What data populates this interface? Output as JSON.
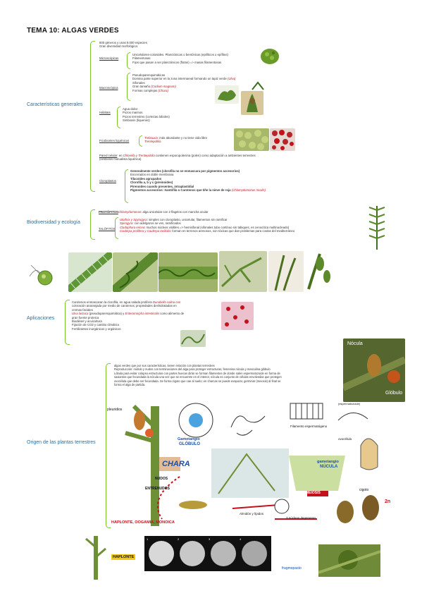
{
  "title": "TEMA 10: ALGAS VERDES",
  "sections": {
    "caracteristicas": "Características generales",
    "biodiversidad": "Biodiversidad y ecología",
    "aplicaciones": "Aplicaciones",
    "origen": "Origen de las plantas terrestres"
  },
  "caract": {
    "intro": [
      "500 géneros y unas 8.000 especies",
      "Gran diversidad morfológica:"
    ],
    "microscopicas_label": "Microscópicas",
    "microscopicas": [
      "Unicelulares-coloniales. Planctónicas o bentónicas (epilíticos o epífitos)",
      "Filamentosas",
      "Fijos que pasan a ser planctónicos (flotan) => masas filamentosas"
    ],
    "macroscopicas_label": "Macroscópica",
    "macroscopicas": [
      "Pseudoparenquimáticas",
      "Domina parte superior en la zona intermareal formando un tapiz verde",
      "Sifonales",
      "Gran tamaño",
      "Formas complejas"
    ],
    "ulva": "(Ulva)",
    "codium": "(Codium magnum)",
    "chara_paren": "(Chara)",
    "habitats_label": "Hábitats",
    "habitats": [
      "Agua dulce",
      "Pozos marinos",
      "Pozos terrestres (cortezas árboles)",
      "Simbiosis (líquenes)"
    ],
    "ficobiontes_label": "Ficobiontes liquénicos",
    "trebouxia": "Trebouxia",
    "trebouxia_desc": ": más abundante y no tiene vida libre",
    "trentepohlia": "Trentepohlia",
    "pared_label": "Pared celular",
    "pared_text": ": en",
    "pared_genera": "Chlorella y Trentepohlia",
    "pared_rest": "contienen esporopolenina (polen) como adaptación a ambientes terrestres",
    "pared_line2": "(simbiosis mutualista liquénica)",
    "cloroplastos_label": "Cloroplastos",
    "cloroplastos": [
      "Generalmente verdes (clorofila no se enmascara por pigmentos accesorios)",
      "Encerrados en doble membrana",
      "Tilacoides agrupados",
      "Clorofila a, b y c (pireinoides)",
      "Pirenoides cuando presentes, intraplastidial",
      "Pigmentos accesorios: Xantófila o Carotenos que tiñe la nieve de roja"
    ],
    "chlamy": "(Chlamydomonas nivalis)"
  },
  "biodiv": {
    "protofitos_label": "PROTÓFITOS",
    "protofitos_genus": "Chlamydomonas",
    "protofitos_text": ": alga unicelular con 2 flagelos con mancha ocular",
    "talofitos_label": "TALÓFITOS",
    "talofitos": [
      {
        "genus": "Ulothrix y Spyrogyra",
        "text": ": simples con cloroplasto, unicelular, filamentos sin ramificar"
      },
      {
        "genus": "Spirogyra",
        "text": ": con adelgazos se ven, ramificados"
      },
      {
        "genus": "Cladophora ericea",
        "text": ": muchos núcleos visibles => hemisifonal (sifonales tubo continuo sin tabiques, es cenocítica multinucleado)"
      },
      {
        "genus": "Caulerpa prolifera y Caulerpa taxifolia",
        "text": ": forman en terrenos arenosos, son tóxicas que dan problemas para costas del mediterráneo"
      }
    ]
  },
  "aplic": {
    "items": [
      "Carotenos enmascaran la clorofila, en agua salada prolifera",
      "coloración anaranjada por medio de carotenos; propiedades deshidratadas en",
      "cremas faciales",
      "(pseudoparenquimática) y",
      "como alimento de",
      "gran fuente proteica",
      "Biodiésel y acuicultura",
      "Fijación de CO2 y cambio climático",
      "Fertilizantes inorgánicos y orgánicos"
    ],
    "dunaliella": "Dunaliella salina con",
    "ulva_lactuca": "Ulva lactuca",
    "enteromorpha": "Enteromorpha intestinalis"
  },
  "origen": {
    "items": [
      "algas verdes que por sus características, tienen relación con plantas terrestres",
      "Reproducción: nódulo y nudos con terminaciones del alga para proteger estructuras, femenina nócula y masculina glóbulo",
      "Lóbula para evitar colapso estructuras con partes huecas dirán se forman filamentos de donde salen espermatozoide en forma de",
      "saxiantos que fecundada la nócula una vez que se encuentre en el interior, nócula es conjunto de células envolvedas que protegen",
      "ovocélula que debe ser fecundada. Se forma zigoto que cae al suelo; en charcas se puede evaporar, germinar (meiosis) al final se",
      "forma el alga de partida."
    ],
    "photo_nucula": "Nócula",
    "photo_globulo": "Glóbulo",
    "diagram": {
      "pleuridios": "pleuridios",
      "gametangio": "Gametangio",
      "globulo": "GLÓBULO",
      "filamento": "Filamento espermatógeno",
      "anterozoide": "(espermatozoide)",
      "ovocelula": "ovocélula",
      "gametangio2": "gametangio",
      "nucula": "NÚCULA",
      "chara": "CHARA",
      "nudos": "NUDOS",
      "entrenudos": "ENTRENUDOS",
      "meiosis": "MEIOSIS",
      "cigoto": "cigoto",
      "haplonte": "HAPLONTE, OOGAMIA, MONOICA",
      "almidon": "Almidón y lípidos",
      "nucleos": "3 núcleos degeneran",
      "n": "n",
      "two_n": "2n",
      "bottom_haplonte": "HAPLONTE",
      "frag": "fragmopasto",
      "frames": [
        "1",
        "2",
        "3",
        "4"
      ]
    }
  },
  "colors": {
    "accent": "#7cc42a",
    "section": "#2c6f9a",
    "red": "#c3121b"
  }
}
